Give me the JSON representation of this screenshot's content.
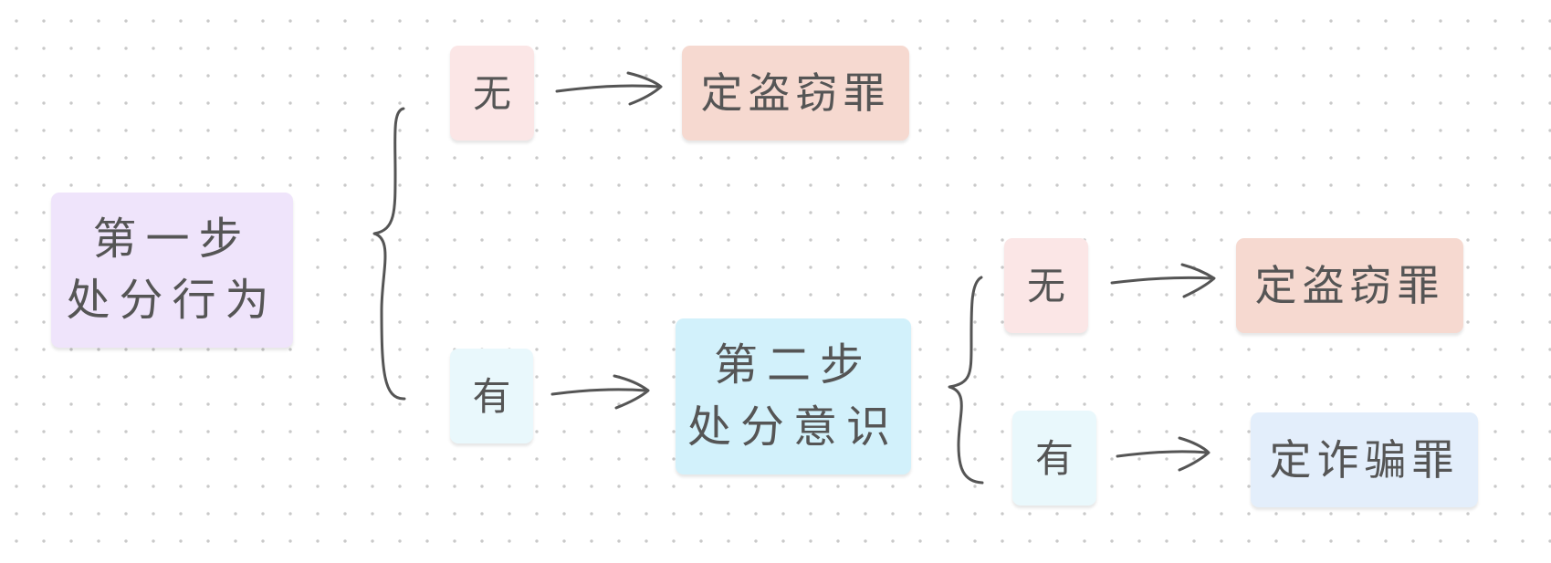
{
  "colors": {
    "step1_bg": "#efe4fb",
    "step2_bg": "#d2f1fb",
    "no_bg": "#fbe6e6",
    "yes_bg": "#e9f8fc",
    "theft_bg": "#f6d9d0",
    "fraud_bg": "#e3eefb",
    "stroke": "#555555"
  },
  "diagram": {
    "step1": {
      "label": "第一步\n处分行为"
    },
    "branch1_no": {
      "label": "无"
    },
    "result1_theft": {
      "label": "定盗窃罪"
    },
    "branch1_yes": {
      "label": "有"
    },
    "step2": {
      "label": "第二步\n处分意识"
    },
    "branch2_no": {
      "label": "无"
    },
    "result2_theft": {
      "label": "定盗窃罪"
    },
    "branch2_yes": {
      "label": "有"
    },
    "result2_fraud": {
      "label": "定诈骗罪"
    }
  }
}
